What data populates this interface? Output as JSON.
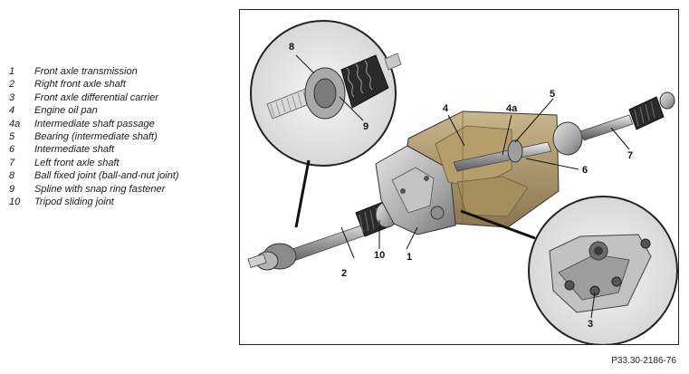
{
  "legend": [
    {
      "num": "1",
      "text": "Front axle transmission"
    },
    {
      "num": "2",
      "text": "Right front axle shaft"
    },
    {
      "num": "3",
      "text": "Front axle differential carrier"
    },
    {
      "num": "4",
      "text": "Engine oil pan"
    },
    {
      "num": "4a",
      "text": "Intermediate shaft passage"
    },
    {
      "num": "5",
      "text": "Bearing (intermediate shaft)"
    },
    {
      "num": "6",
      "text": "Intermediate shaft"
    },
    {
      "num": "7",
      "text": "Left front axle shaft"
    },
    {
      "num": "8",
      "text": "Ball fixed joint (ball-and-nut joint)"
    },
    {
      "num": "9",
      "text": "Spline with snap ring fastener"
    },
    {
      "num": "10",
      "text": "Tripod sliding joint"
    }
  ],
  "callouts": {
    "c1": "1",
    "c2": "2",
    "c3": "3",
    "c4": "4",
    "c4a": "4a",
    "c5": "5",
    "c6": "6",
    "c7": "7",
    "c8": "8",
    "c9": "9",
    "c10": "10"
  },
  "reference": "P33.30-2186-76"
}
